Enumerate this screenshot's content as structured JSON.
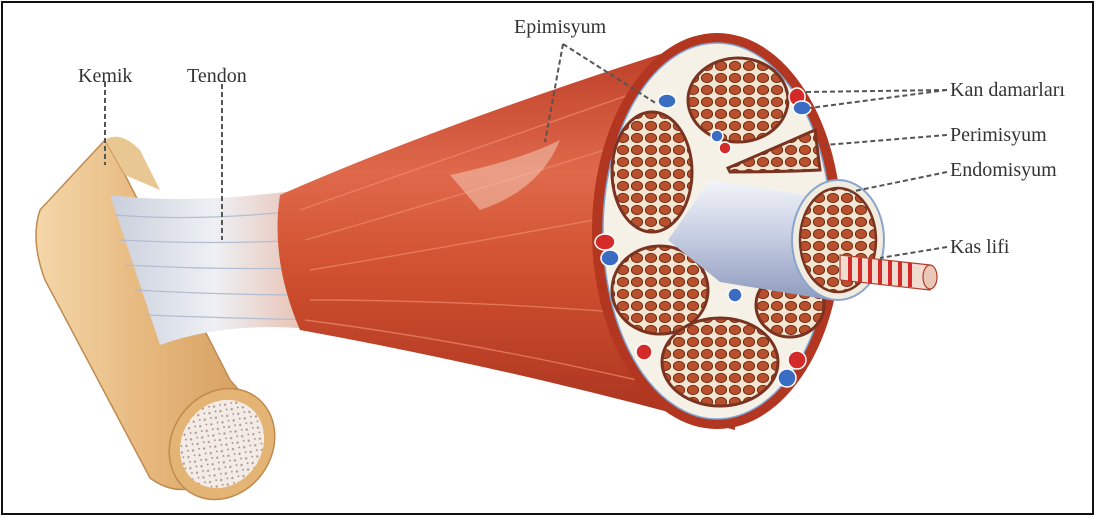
{
  "labels": {
    "bone": "Kemik",
    "tendon": "Tendon",
    "epimysium": "Epimisyum",
    "blood_vessels": "Kan damarları",
    "perimysium": "Perimisyum",
    "endomysium": "Endomisyum",
    "muscle_fiber": "Kas lifi"
  },
  "colors": {
    "muscle": "#c8432b",
    "muscle_light": "#e8775a",
    "bone": "#e9c08b",
    "tendon": "#d9dde6",
    "fascicle": "#7a3320",
    "fiber_cell": "#c0532f",
    "connective": "#f6f1e6",
    "vein": "#3a6cc4",
    "artery": "#d42a2a",
    "leader": "#555555"
  }
}
